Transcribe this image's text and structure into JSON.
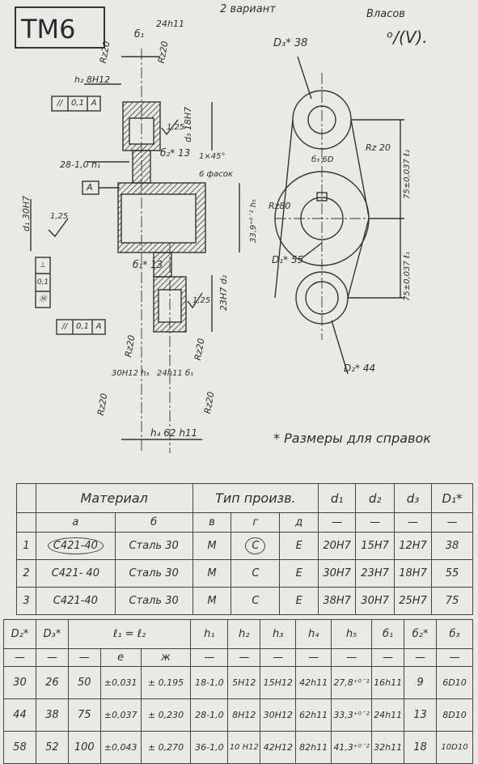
{
  "header": {
    "title": "ТМ6",
    "variant_note": "2 вариант",
    "author": "Власов",
    "grade_mark": "ᵒ/(V)."
  },
  "drawing_labels": {
    "b1_top": "б₁",
    "fit_24h11": "24h11",
    "rz20_a": "Rz20",
    "rz20_b": "Rz20",
    "h2_8h12": "h₂ 8H12",
    "tol_frame_1": [
      "//",
      "0,1",
      "A"
    ],
    "d3_18h7": "d₃   18H7",
    "rough_125_a": "1,25",
    "b2_13": "б₂* 13",
    "chamfer": "1×45°",
    "chamfer_note": "6 фасок",
    "h1_28": "28-1,0  h₁",
    "datum_a": "A",
    "d1_30h7": "d₁  30H7",
    "rough_125_b": "1,25",
    "perp_frame": [
      "⊥",
      "0,1",
      "Ⓜ"
    ],
    "h5_339": "33,9⁺⁰˙² h₅",
    "b1_13": "б₁* 13",
    "d2_23h7": "23H7  d₂",
    "rough_125_c": "1,25",
    "tol_frame_2": [
      "//",
      "0,1",
      "A"
    ],
    "rz20_c": "Rz20",
    "rz20_d": "Rz20",
    "h3_30h12": "30H12  h₃",
    "fit_24h11_b": "24h11  б₁",
    "rz20_e": "Rz20",
    "rz20_f": "Rz20",
    "h4_62": "h₄  62 h11",
    "d3_38": "D₃* 38",
    "b3_60": "б₃ 6D",
    "rz20_g": "Rz 20",
    "l2": "75±0,037 ℓ₂",
    "rz80": "Rz80",
    "d1_55": "D₁* 55",
    "l1": "75±0,037 ℓ₁",
    "d2_44": "D₂* 44",
    "ref_note": "* Размеры для справок"
  },
  "table1": {
    "headers": [
      "Материал",
      "Тип   произв.",
      "d₁",
      "d₂",
      "d₃",
      "D₁*"
    ],
    "letters": [
      "а",
      "б",
      "в",
      "г",
      "д",
      "—",
      "—",
      "—",
      "—"
    ],
    "rows": [
      [
        "1",
        "С421-40",
        "Сталь 30",
        "М",
        "С",
        "Е",
        "20H7",
        "15H7",
        "12H7",
        "38"
      ],
      [
        "2",
        "С421- 40",
        "Сталь 30",
        "М",
        "С",
        "Е",
        "30H7",
        "23H7",
        "18H7",
        "55"
      ],
      [
        "3",
        "С421-40",
        "Сталь 30",
        "М",
        "С",
        "Е",
        "38H7",
        "30H7",
        "25H7",
        "75"
      ]
    ]
  },
  "table2": {
    "headers": [
      "D₂*",
      "D₃*",
      "ℓ₁ = ℓ₂",
      "h₁",
      "h₂",
      "h₃",
      "h₄",
      "h₅",
      "б₁",
      "б₂*",
      "б₃"
    ],
    "letters": [
      "—",
      "—",
      "—",
      "е",
      "ж",
      "—",
      "—",
      "—",
      "—",
      "—",
      "—",
      "—",
      "—"
    ],
    "rows": [
      [
        "30",
        "26",
        "50",
        "±0,031",
        "± 0,195",
        "18-1,0",
        "5H12",
        "15H12",
        "42h11",
        "27,8⁺⁰˙¹",
        "16h11",
        "9",
        "6D10"
      ],
      [
        "44",
        "38",
        "75",
        "±0,037",
        "± 0,230",
        "28-1,0",
        "8H12",
        "30H12",
        "62h11",
        "33,3⁺⁰˙²",
        "24h11",
        "13",
        "8D10"
      ],
      [
        "58",
        "52",
        "100",
        "±0,043",
        "± 0,270",
        "36-1,0",
        "10 H12",
        "42H12",
        "82h11",
        "41,3⁺⁰˙²",
        "32h11",
        "18",
        "10D10"
      ]
    ]
  }
}
